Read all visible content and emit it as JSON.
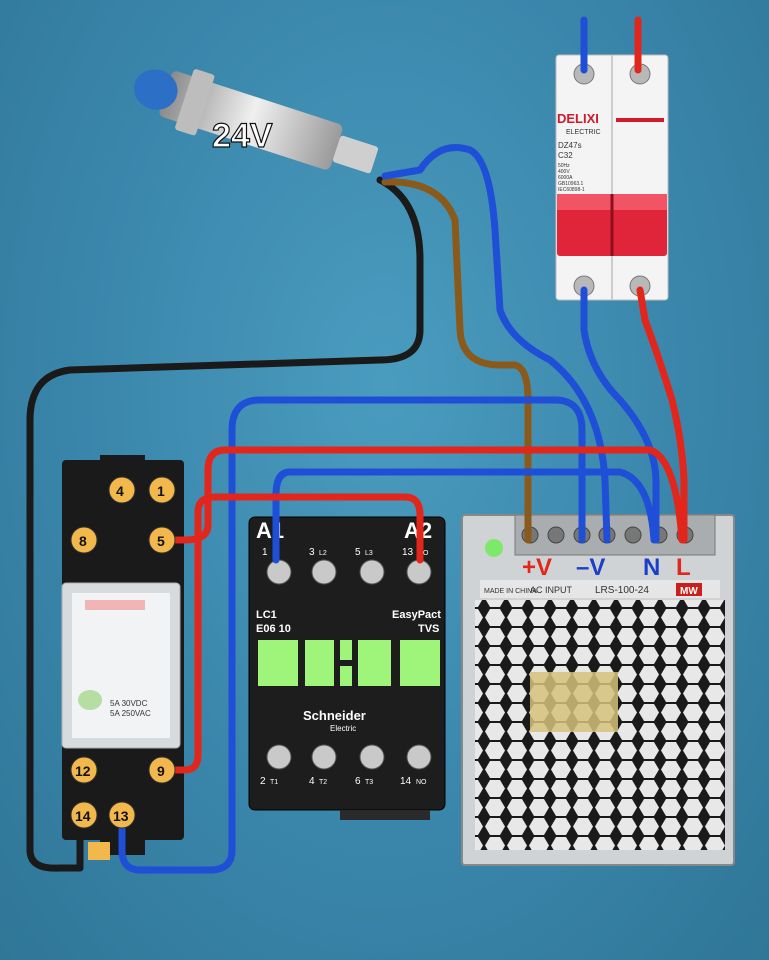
{
  "sensor": {
    "voltage_label": "24V"
  },
  "breaker": {
    "brand": "DELIXI",
    "sub": "ELECTRIC",
    "model": "DZ47s",
    "rating": "C32",
    "specs": [
      "50Hz",
      "400V",
      "6000A",
      "GB10963.1",
      "IEC60898-1"
    ],
    "brand_color": "#d0192b"
  },
  "relay": {
    "top_terminals": [
      "4",
      "1"
    ],
    "mid_terminals": [
      "8",
      "5"
    ],
    "bottom_terminals": [
      "12",
      "9"
    ],
    "base_terminals": [
      "14",
      "13"
    ],
    "rating_line1": "5A 30VDC",
    "rating_line2": "5A 250VAC"
  },
  "contactor": {
    "coil_left": "A1",
    "coil_right": "A2",
    "top_terms": [
      "1",
      "3",
      "5",
      "13"
    ],
    "top_sub": [
      "L1",
      "L2",
      "L3",
      "NO"
    ],
    "bottom_terms": [
      "2",
      "4",
      "6",
      "14"
    ],
    "bottom_sub": [
      "T1",
      "T2",
      "T3",
      "NO"
    ],
    "model_line1": "LC1",
    "model_line2": "E06 10",
    "series_line1": "EasyPact",
    "series_line2": "TVS",
    "brand": "Schneider",
    "brand_sub": "Electric"
  },
  "psu": {
    "terminals": [
      "+V",
      "–V",
      "N",
      "L"
    ],
    "model": "LRS-100-24",
    "brand_mark": "MW",
    "label_text": "AC INPUT",
    "made_in": "MADE IN CHINA"
  },
  "colors": {
    "wire_blue": "#1e4fd6",
    "wire_red": "#e3261b",
    "wire_brown": "#8a5a1d",
    "wire_black": "#1a1a1a",
    "plus_v": "#e3261b",
    "minus_v": "#1a3fc8"
  }
}
